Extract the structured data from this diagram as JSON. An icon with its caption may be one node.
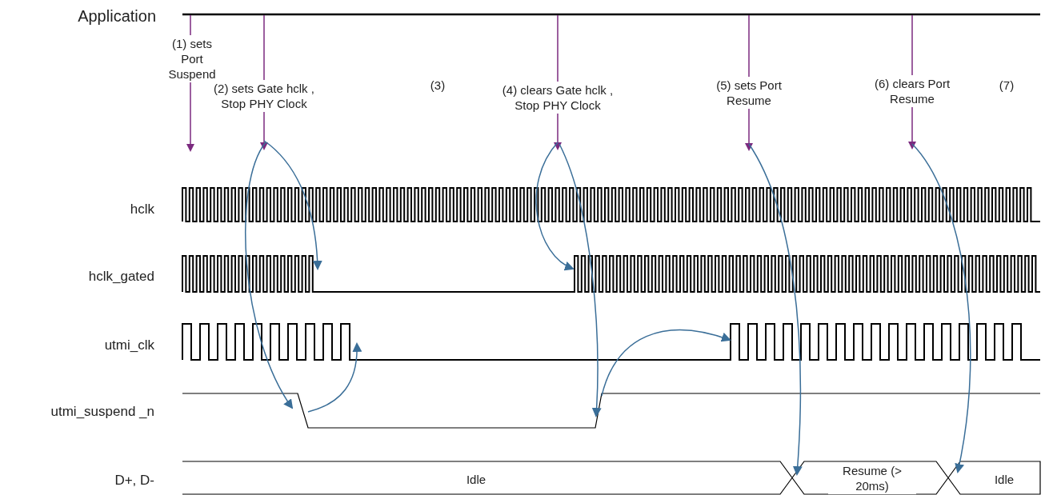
{
  "diagram": {
    "labels": [
      "Application",
      "(1) sets Port Suspend",
      "(2) sets Gate hclk , Stop PHY Clock",
      "(3)",
      "(4) clears Gate hclk , Stop PHY Clock",
      "(5) sets Port Resume",
      "(6) clears Port Resume",
      "(7)",
      "hclk",
      "hclk_gated",
      "utmi_clk",
      "utmi_suspend _n",
      "D+, D-",
      "Idle",
      "Resume (> 20ms)",
      "Idle"
    ]
  }
}
